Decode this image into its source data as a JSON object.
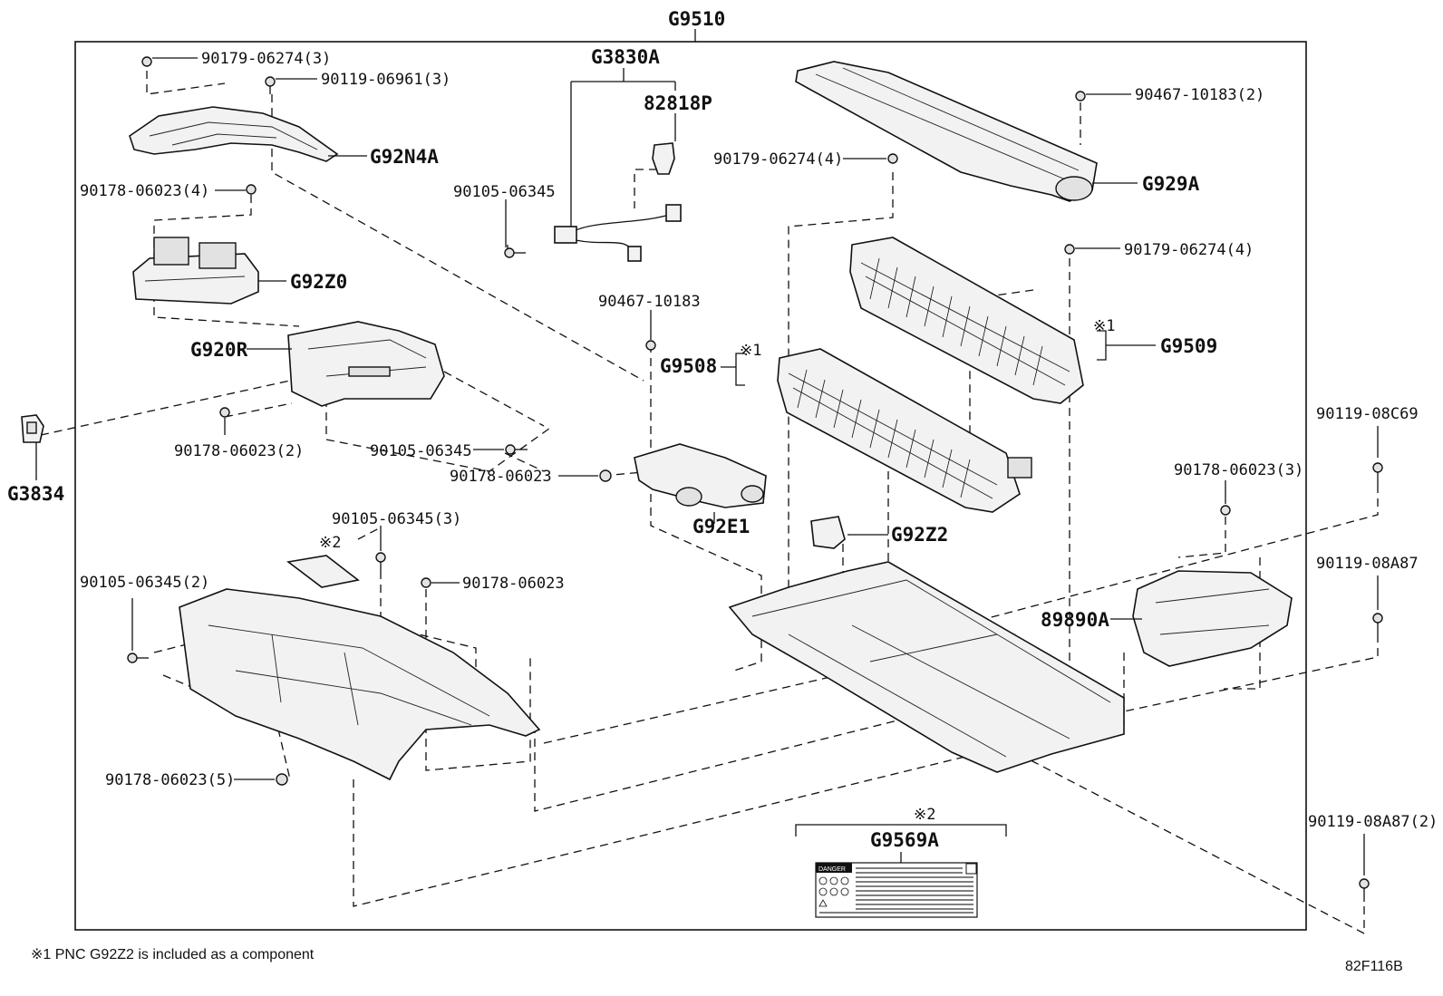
{
  "diagram": {
    "frame_label": "G9510",
    "labels": {
      "g3830a": "G3830A",
      "p82818p": "82818P",
      "p90179_3": "90179-06274(3)",
      "p90119_3": "90119-06961(3)",
      "g92n4a": "G92N4A",
      "p90178_4": "90178-06023(4)",
      "g92z0": "G92Z0",
      "g920r": "G920R",
      "g3834": "G3834",
      "p90178_2": "90178-06023(2)",
      "p90105_a": "90105-06345",
      "p90105_b": "90105-06345",
      "p90178_single_a": "90178-06023",
      "g92e1": "G92E1",
      "p90467_2": "90467-10183(2)",
      "p90179_4a": "90179-06274(4)",
      "g929a": "G929A",
      "p90179_4b": "90179-06274(4)",
      "p90467": "90467-10183",
      "g9509": "G9509",
      "g9508": "G9508",
      "mark1a": "※1",
      "mark1b": "※1",
      "p90119_c69": "90119-08C69",
      "p90178_3": "90178-06023(3)",
      "g92z2": "G92Z2",
      "p90119_a87": "90119-08A87",
      "g89890a": "89890A",
      "p90105_3": "90105-06345(3)",
      "mark2a": "※2",
      "p90105_2": "90105-06345(2)",
      "p90178_single_b": "90178-06023",
      "p90178_5": "90178-06023(5)",
      "mark2b": "※2",
      "g9569a": "G9569A",
      "p90119_a87_2": "90119-08A87(2)"
    },
    "warning_label_header": "DANGER",
    "footnote": "※1 PNC G92Z2 is included as a component",
    "figure_code": "82F116B"
  }
}
